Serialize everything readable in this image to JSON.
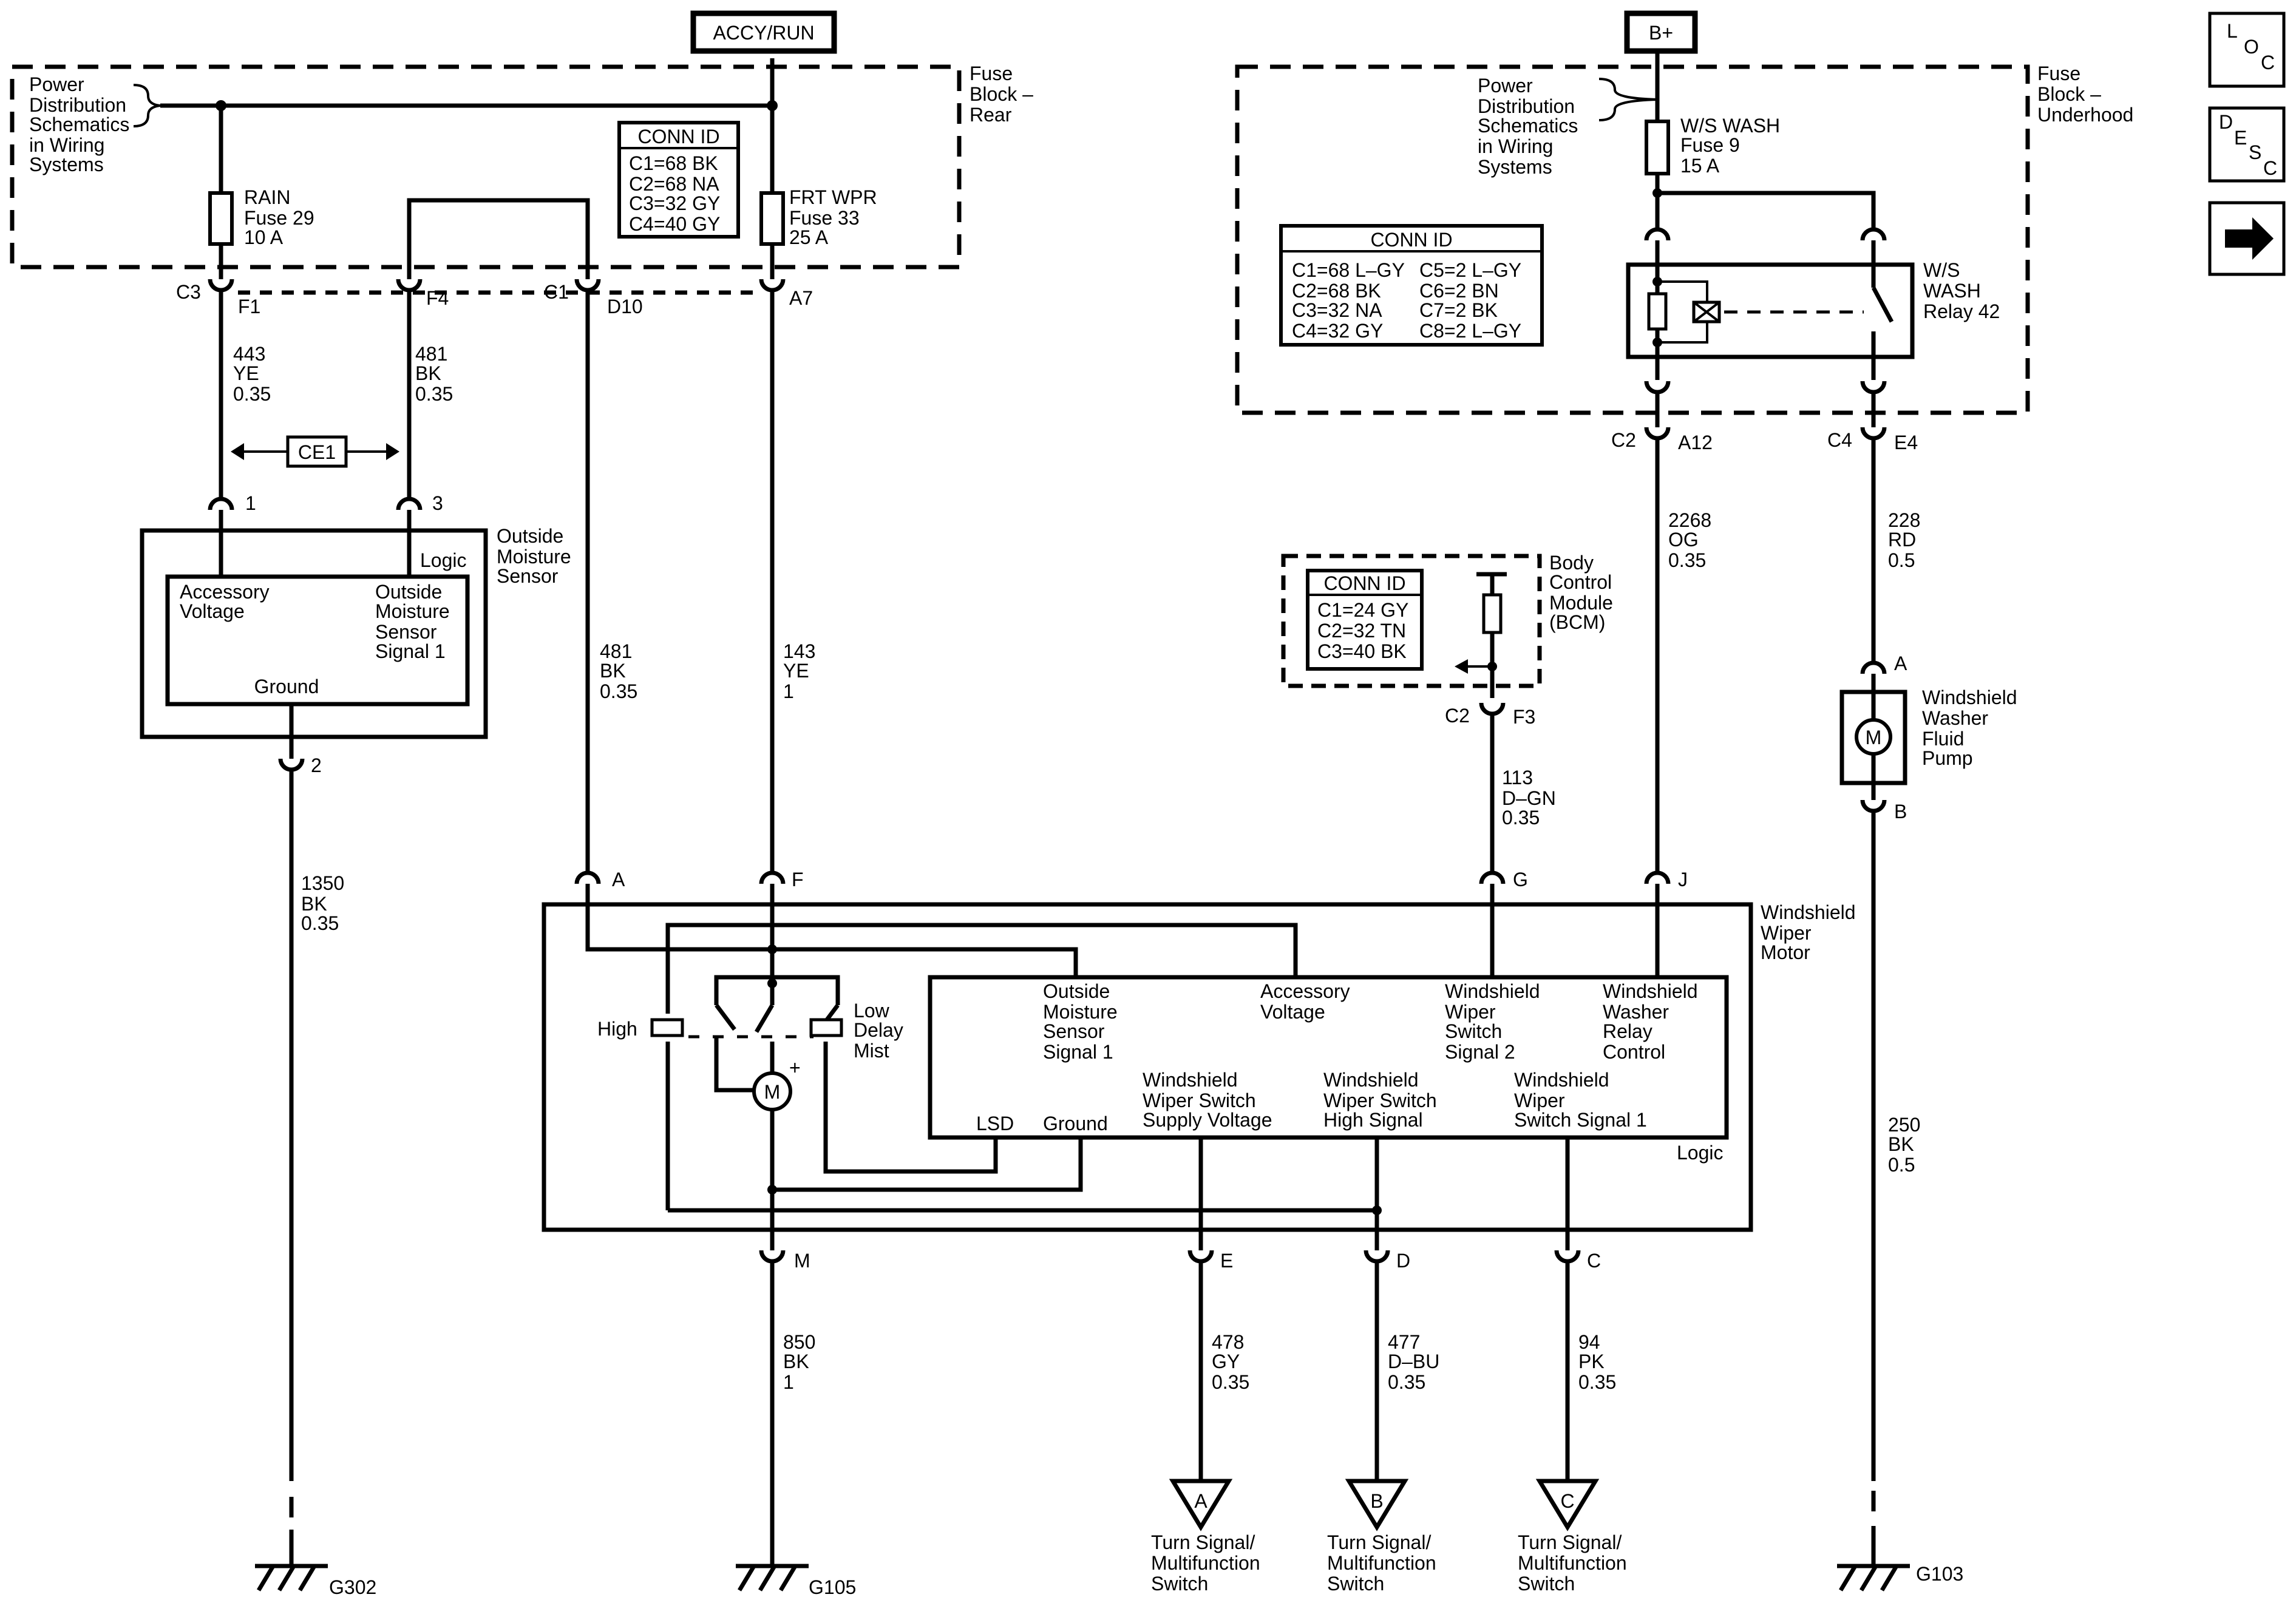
{
  "power": {
    "accy_run": "ACCY/RUN",
    "b_plus": "B+"
  },
  "nav": {
    "loc": [
      "L",
      "O",
      "C"
    ],
    "desc": [
      "D",
      "E",
      "S",
      "C"
    ],
    "next_icon": "arrow-right"
  },
  "fuse_block_rear": {
    "title": [
      "Fuse",
      "Block –",
      "Rear"
    ],
    "pds_note": [
      "Power",
      "Distribution",
      "Schematics",
      "in Wiring",
      "Systems"
    ],
    "conn_id_title": "CONN ID",
    "conn_ids": [
      "C1=68 BK",
      "C2=68 NA",
      "C3=32 GY",
      "C4=40 GY"
    ],
    "rain_fuse": [
      "RAIN",
      "Fuse 29",
      "10 A"
    ],
    "wpr_fuse": [
      "FRT WPR",
      "Fuse 33",
      "25 A"
    ]
  },
  "fuse_block_underhood": {
    "title": [
      "Fuse",
      "Block –",
      "Underhood"
    ],
    "pds_note": [
      "Power",
      "Distribution",
      "Schematics",
      "in Wiring",
      "Systems"
    ],
    "ws_wash_fuse": [
      "W/S WASH",
      "Fuse 9",
      "15 A"
    ],
    "conn_id_title": "CONN ID",
    "conn_ids_left": [
      "C1=68 L–GY",
      "C2=68 BK",
      "C3=32 NA",
      "C4=32 GY"
    ],
    "conn_ids_right": [
      "C5=2 L–GY",
      "C6=2 BN",
      "C7=2 BK",
      "C8=2 L–GY"
    ],
    "relay": [
      "W/S",
      "WASH",
      "Relay 42"
    ]
  },
  "connectors": {
    "c3": "C3",
    "f1": "F1",
    "f4": "F4",
    "c1": "C1",
    "d10": "D10",
    "a7": "A7",
    "c2_a": "C2",
    "a12": "A12",
    "c4": "C4",
    "e4": "E4",
    "c2_b": "C2",
    "f3": "F3",
    "oms_1": "1",
    "oms_3": "3",
    "oms_2": "2",
    "m_a": "A",
    "m_f": "F",
    "m_g": "G",
    "m_j": "J",
    "m_m": "M",
    "m_e": "E",
    "m_d": "D",
    "m_c": "C",
    "pump_a": "A",
    "pump_b": "B"
  },
  "wires": {
    "w443": [
      "443",
      "YE",
      "0.35"
    ],
    "w481a": [
      "481",
      "BK",
      "0.35"
    ],
    "w481b": [
      "481",
      "BK",
      "0.35"
    ],
    "w143": [
      "143",
      "YE",
      "1"
    ],
    "w1350": [
      "1350",
      "BK",
      "0.35"
    ],
    "w2268": [
      "2268",
      "OG",
      "0.35"
    ],
    "w228": [
      "228",
      "RD",
      "0.5"
    ],
    "w113": [
      "113",
      "D–GN",
      "0.35"
    ],
    "w250": [
      "250",
      "BK",
      "0.5"
    ],
    "w850": [
      "850",
      "BK",
      "1"
    ],
    "w478": [
      "478",
      "GY",
      "0.35"
    ],
    "w477": [
      "477",
      "D–BU",
      "0.35"
    ],
    "w94": [
      "94",
      "PK",
      "0.35"
    ]
  },
  "ce1": "CE1",
  "oms": {
    "title": [
      "Outside",
      "Moisture",
      "Sensor"
    ],
    "logic": "Logic",
    "acc_voltage": [
      "Accessory",
      "Voltage"
    ],
    "signal": [
      "Outside",
      "Moisture",
      "Sensor",
      "Signal 1"
    ],
    "ground": "Ground"
  },
  "bcm": {
    "title": [
      "Body",
      "Control",
      "Module",
      "(BCM)"
    ],
    "conn_id_title": "CONN ID",
    "conn_ids": [
      "C1=24 GY",
      "C2=32 TN",
      "C3=40 BK"
    ]
  },
  "pump": {
    "title": [
      "Windshield",
      "Washer",
      "Fluid",
      "Pump"
    ],
    "motor": "M"
  },
  "wiper_motor": {
    "title": [
      "Windshield",
      "Wiper",
      "Motor"
    ],
    "high": "High",
    "low": [
      "Low",
      "Delay",
      "Mist"
    ],
    "motor": "M",
    "plus": "+",
    "logic": "Logic",
    "oms_signal": [
      "Outside",
      "Moisture",
      "Sensor",
      "Signal 1"
    ],
    "acc_voltage": [
      "Accessory",
      "Voltage"
    ],
    "sw_signal2": [
      "Windshield",
      "Wiper",
      "Switch",
      "Signal 2"
    ],
    "relay_control": [
      "Windshield",
      "Washer",
      "Relay",
      "Control"
    ],
    "supply": [
      "Windshield",
      "Wiper Switch",
      "Supply Voltage"
    ],
    "high_signal": [
      "Windshield",
      "Wiper Switch",
      "High Signal"
    ],
    "sw_signal1": [
      "Windshield",
      "Wiper",
      "Switch Signal 1"
    ],
    "lsd": "LSD",
    "ground": "Ground"
  },
  "offpage": {
    "a": {
      "letter": "A",
      "label": [
        "Turn Signal/",
        "Multifunction",
        "Switch"
      ]
    },
    "b": {
      "letter": "B",
      "label": [
        "Turn Signal/",
        "Multifunction",
        "Switch"
      ]
    },
    "c": {
      "letter": "C",
      "label": [
        "Turn Signal/",
        "Multifunction",
        "Switch"
      ]
    }
  },
  "grounds": {
    "g302": "G302",
    "g105": "G105",
    "g103": "G103"
  }
}
